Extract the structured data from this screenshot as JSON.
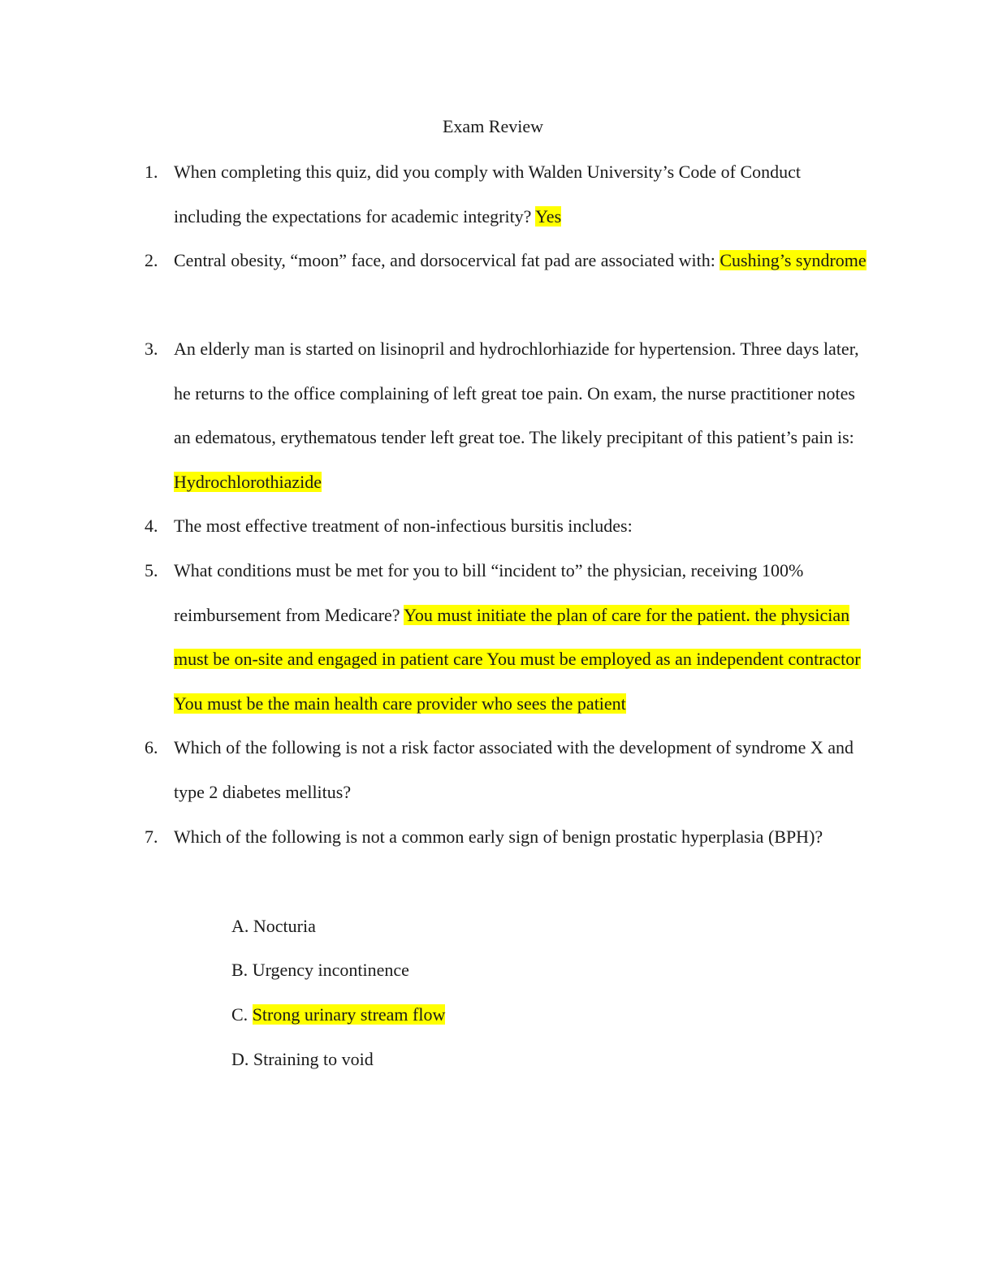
{
  "document": {
    "title": "Exam Review",
    "questions": [
      {
        "number": "1.",
        "text": "When completing this quiz, did you comply with Walden University’s Code of Conduct including the expectations for academic integrity? ",
        "answer": "Yes"
      },
      {
        "number": "2.",
        "text": "Central obesity, “moon” face, and dorsocervical fat pad are associated with: ",
        "answer": "Cushing’s syndrome"
      },
      {
        "number": "3.",
        "text": "An elderly man is started on lisinopril and hydrochlorhiazide for hypertension. Three days later, he returns to the office complaining of left great toe pain. On exam, the nurse practitioner notes an edematous, erythematous tender left great toe. The likely precipitant of this patient’s pain is: ",
        "answer": "Hydrochlorothiazide"
      },
      {
        "number": "4.",
        "text": "The most effective treatment of non-infectious bursitis includes:",
        "answer": ""
      },
      {
        "number": "5.",
        "text": "What conditions must be met for you to bill “incident to” the physician, receiving 100% reimbursement from Medicare? ",
        "answer": "You must initiate the plan of care for the patient. the physician must be on-site and engaged in patient care You must be employed as an independent contractor You must be the main health care provider who sees the patient"
      },
      {
        "number": "6.",
        "text": "Which of the following is not a risk factor associated with the development of syndrome X and type 2 diabetes mellitus?",
        "answer": ""
      },
      {
        "number": "7.",
        "text": "Which of the following is not a common early sign of benign prostatic hyperplasia (BPH)?",
        "answer": ""
      }
    ],
    "options": [
      {
        "letter": "A.",
        "text": "Nocturia"
      },
      {
        "letter": "B.",
        "text": "Urgency incontinence"
      },
      {
        "letter": "C.",
        "text": "Strong urinary stream flow"
      },
      {
        "letter": "D.",
        "text": "Straining to void"
      }
    ]
  }
}
